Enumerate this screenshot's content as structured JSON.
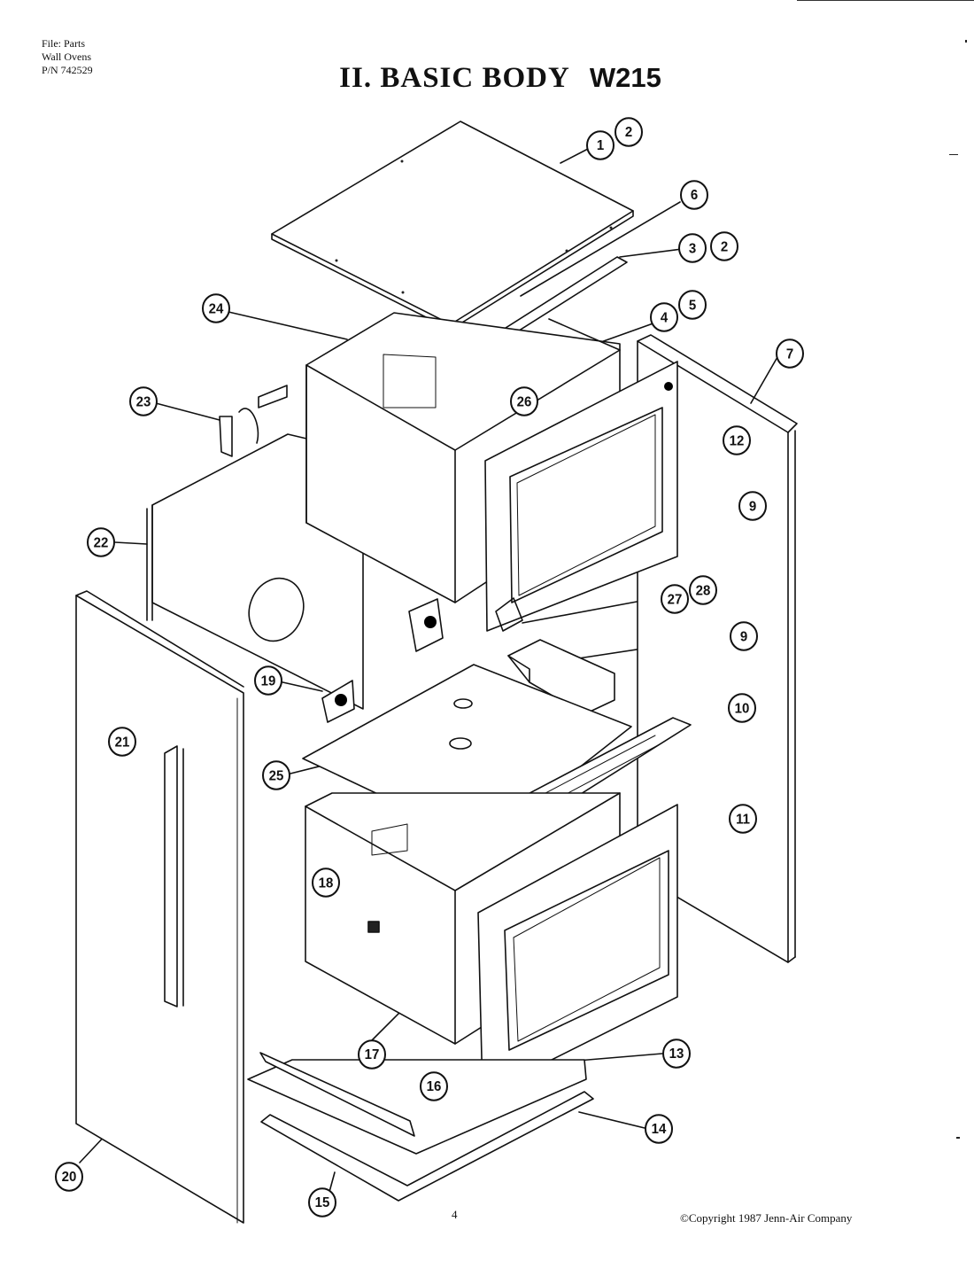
{
  "header": {
    "file_line": "File: Parts",
    "category_line": "Wall Ovens",
    "part_number_line": "P/N 742529",
    "title": "II. BASIC BODY",
    "model": "W215"
  },
  "footer": {
    "page_number": "4",
    "copyright": "©Copyright 1987 Jenn-Air Company"
  },
  "callouts": [
    "1",
    "2",
    "6",
    "3",
    "2",
    "24",
    "5",
    "4",
    "7",
    "23",
    "26",
    "12",
    "9",
    "22",
    "28",
    "27",
    "9",
    "19",
    "10",
    "21",
    "25",
    "11",
    "18",
    "17",
    "13",
    "16",
    "14",
    "20",
    "15"
  ]
}
